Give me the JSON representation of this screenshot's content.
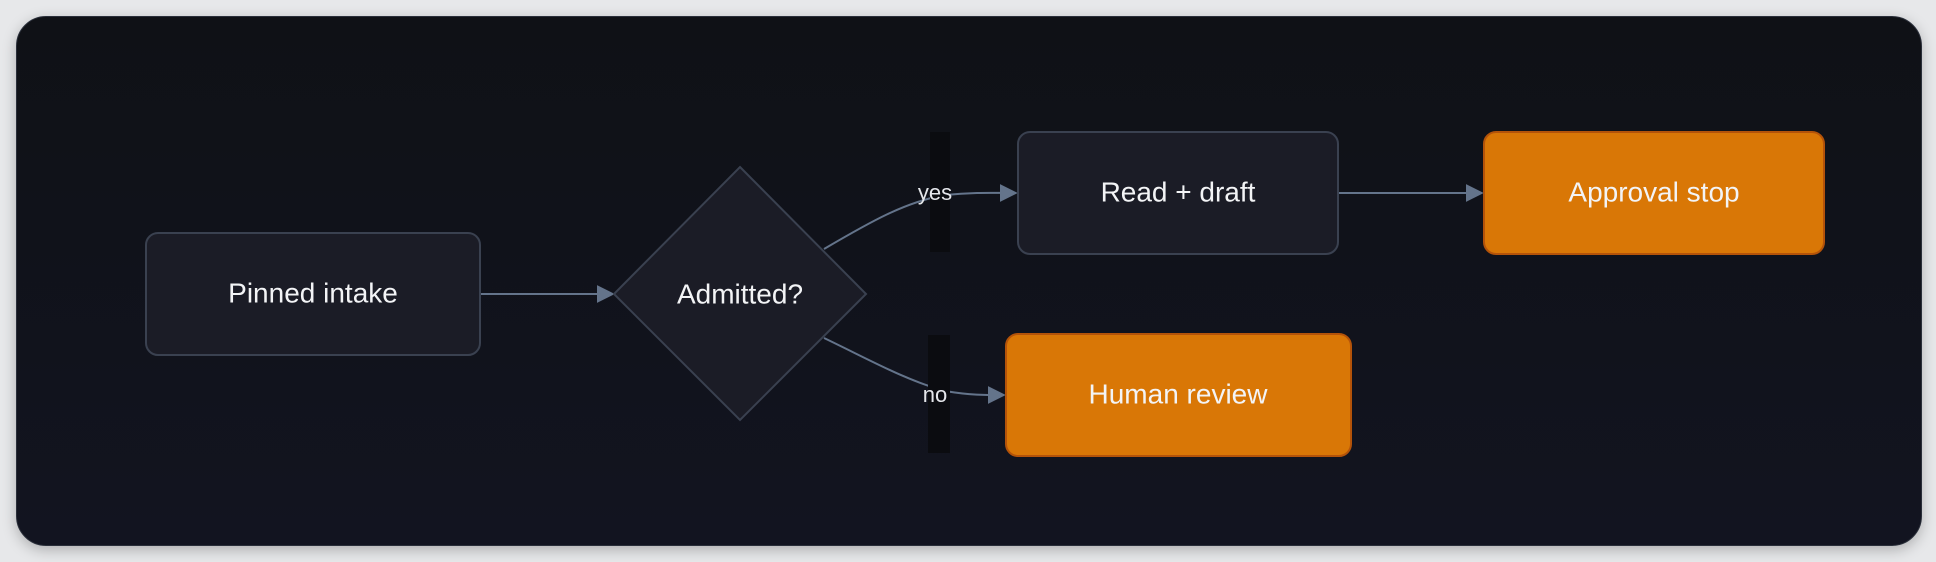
{
  "diagram": {
    "colors": {
      "canvas": "#121420",
      "node_fill": "#1b1c26",
      "node_stroke": "#3a4150",
      "accent_fill": "#d97706",
      "accent_stroke": "#b45309",
      "edge": "#64748b",
      "edge_label_bg": "#0b0c10",
      "text": "#f3f4f6"
    },
    "nodes": [
      {
        "id": "pinned_intake",
        "shape": "rounded-rect",
        "label": "Pinned intake",
        "style": "default"
      },
      {
        "id": "admitted",
        "shape": "diamond",
        "label": "Admitted?",
        "style": "default"
      },
      {
        "id": "read_draft",
        "shape": "rounded-rect",
        "label": "Read + draft",
        "style": "default"
      },
      {
        "id": "approval_stop",
        "shape": "rounded-rect",
        "label": "Approval stop",
        "style": "accent"
      },
      {
        "id": "human_review",
        "shape": "rounded-rect",
        "label": "Human review",
        "style": "accent"
      }
    ],
    "edges": [
      {
        "from": "pinned_intake",
        "to": "admitted",
        "label": ""
      },
      {
        "from": "admitted",
        "to": "read_draft",
        "label": "yes"
      },
      {
        "from": "read_draft",
        "to": "approval_stop",
        "label": ""
      },
      {
        "from": "admitted",
        "to": "human_review",
        "label": "no"
      }
    ]
  }
}
